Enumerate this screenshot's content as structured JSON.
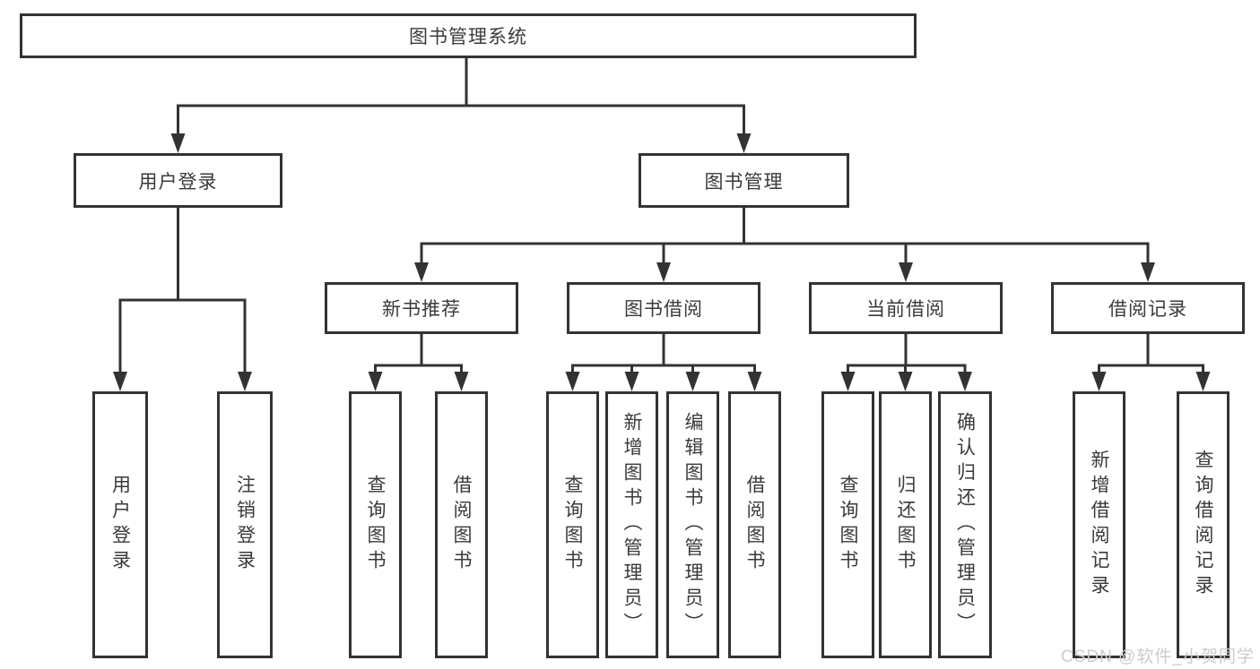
{
  "diagram_title": "图书管理系统",
  "watermark": "CSDN @软件_小贺同学",
  "colors": {
    "line": "#333333",
    "text": "#3a3a3a",
    "background": "#ffffff",
    "watermark": "#cccccc"
  },
  "nodes": {
    "root": "图书管理系统",
    "user_login": "用户登录",
    "book_mgmt": "图书管理",
    "new_book_rec": "新书推荐",
    "book_borrowing": "图书借阅",
    "current_borrowing": "当前借阅",
    "borrowing_records": "借阅记录",
    "leaf_user_login": "用户登录",
    "leaf_logout": "注销登录",
    "rec_query_books": "查询图书",
    "rec_borrow_books": "借阅图书",
    "bor_query_books": "查询图书",
    "bor_add_books": "新增图书（管理员）",
    "bor_edit_books": "编辑图书（管理员）",
    "bor_borrow_books": "借阅图书",
    "cur_query_books": "查询图书",
    "cur_return_books": "归还图书",
    "cur_confirm_return": "确认归还（管理员）",
    "recd_add_record": "新增借阅记录",
    "recd_query_record": "查询借阅记录"
  },
  "tree": {
    "图书管理系统": {
      "用户登录": [
        "用户登录",
        "注销登录"
      ],
      "图书管理": {
        "新书推荐": [
          "查询图书",
          "借阅图书"
        ],
        "图书借阅": [
          "查询图书",
          "新增图书（管理员）",
          "编辑图书（管理员）",
          "借阅图书"
        ],
        "当前借阅": [
          "查询图书",
          "归还图书",
          "确认归还（管理员）"
        ],
        "借阅记录": [
          "新增借阅记录",
          "查询借阅记录"
        ]
      }
    }
  }
}
